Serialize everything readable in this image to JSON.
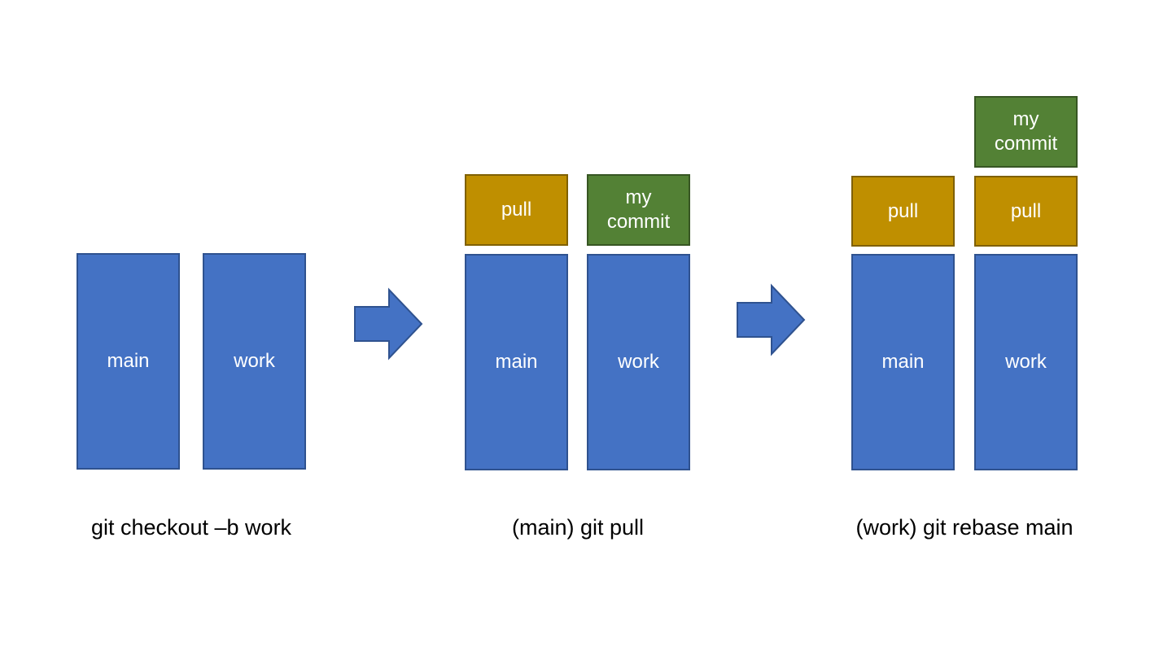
{
  "colors": {
    "blue_fill": "#4472C4",
    "blue_border": "#2F528F",
    "gold_fill": "#BF8F00",
    "gold_border": "#7F6000",
    "green_fill": "#538135",
    "green_border": "#375623",
    "box_text": "#FFFFFF",
    "caption_text": "#000000"
  },
  "icons": {
    "arrow_right": "block-arrow-right"
  },
  "panels": [
    {
      "caption": "git checkout –b work",
      "columns": [
        {
          "branch": "main",
          "commits": []
        },
        {
          "branch": "work",
          "commits": []
        }
      ]
    },
    {
      "caption": "(main) git pull",
      "columns": [
        {
          "branch": "main",
          "commits": [
            "pull"
          ]
        },
        {
          "branch": "work",
          "commits": [
            "my commit"
          ]
        }
      ]
    },
    {
      "caption": "(work) git rebase main",
      "columns": [
        {
          "branch": "main",
          "commits": [
            "pull"
          ]
        },
        {
          "branch": "work",
          "commits": [
            "pull",
            "my commit"
          ]
        }
      ]
    }
  ]
}
